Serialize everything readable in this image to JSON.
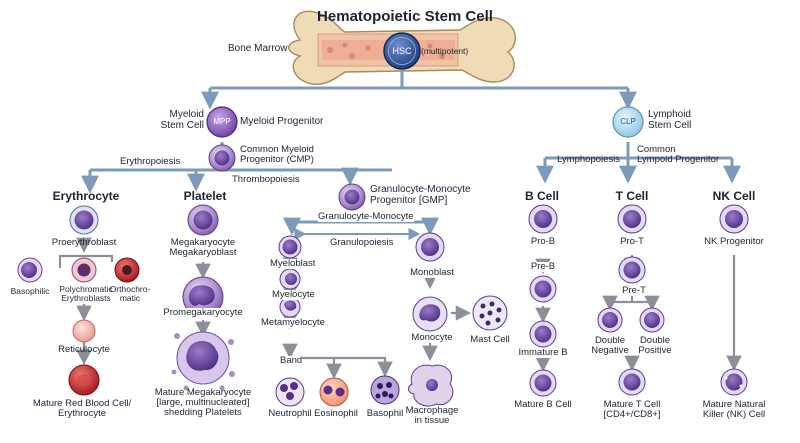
{
  "title": "Hematopoietic Stem Cell",
  "bone_marrow": "Bone Marrow",
  "hsc": {
    "abbr": "HSC",
    "note": "(multipotent)"
  },
  "myeloid": {
    "header": "Myeloid\nStem Cell",
    "abbr": "MPP",
    "progenitor": "Myeloid Progenitor",
    "cmp": "Common Myeloid\nProgenitor (CMP)",
    "erythropoiesis": "Erythropoiesis",
    "thrombopoiesis": "Thrombopoiesis"
  },
  "lymphoid": {
    "abbr": "CLP",
    "header": "Lymphoid\nStem Cell",
    "lymphopoiesis": "Lymphopoiesis",
    "clp": "Common\nLympoid Progenitor"
  },
  "erythrocyte": {
    "header": "Erythrocyte",
    "proerythroblast": "Proerythroblast",
    "basophilic": "Basophilic",
    "polychromatic": "Polychromatic\nErythroblasts",
    "orthochromatic": "Orthochro-\nmatic",
    "reticulocyte": "Reticulocyte",
    "mature": "Mature Red Blood Cell/\nErythrocyte"
  },
  "platelet": {
    "header": "Platelet",
    "megakaryoblast": "Megakaryocyte\nMegakaryoblast",
    "promegakaryocyte": "Promegakaryocyte",
    "mature": "Mature Megakaryocyte\n[large, multinucleated]\nshedding Platelets"
  },
  "gmp": {
    "header": "Granulocyte-Monocyte\nProgenitor [GMP]",
    "branch": "Granulocyte-Monocyte",
    "granulopoiesis": "Granulopoiesis",
    "myeloblast": "Myeloblast",
    "myelocyte": "Myelocyte",
    "metamyelocyte": "Metamyelocyte",
    "band": "Band",
    "neutrophil": "Neutrophil",
    "eosinophil": "Eosinophil",
    "basophil": "Basophil",
    "monoblast": "Monoblast",
    "monocyte": "Monocyte",
    "mast": "Mast Cell",
    "macrophage": "Macrophage\nin tissue"
  },
  "bcell": {
    "header": "B Cell",
    "prob": "Pro-B",
    "preb": "Pre-B",
    "immature": "Immature B",
    "mature": "Mature B Cell"
  },
  "tcell": {
    "header": "T Cell",
    "prot": "Pro-T",
    "pret": "Pre-T",
    "dn": "Double\nNegative",
    "dp": "Double\nPositive",
    "mature": "Mature T Cell\n[CD4+/CD8+]"
  },
  "nkcell": {
    "header": "NK Cell",
    "progenitor": "NK Progenitor",
    "mature": "Mature Natural\nKiller (NK) Cell"
  },
  "colors": {
    "line": "#7d9bb8",
    "arrow": "#8a8f98",
    "purple": "#8a63b8",
    "red": "#c0272d",
    "blue_cell": "#2a4f8f",
    "light_blue": "#9ccbe8"
  }
}
